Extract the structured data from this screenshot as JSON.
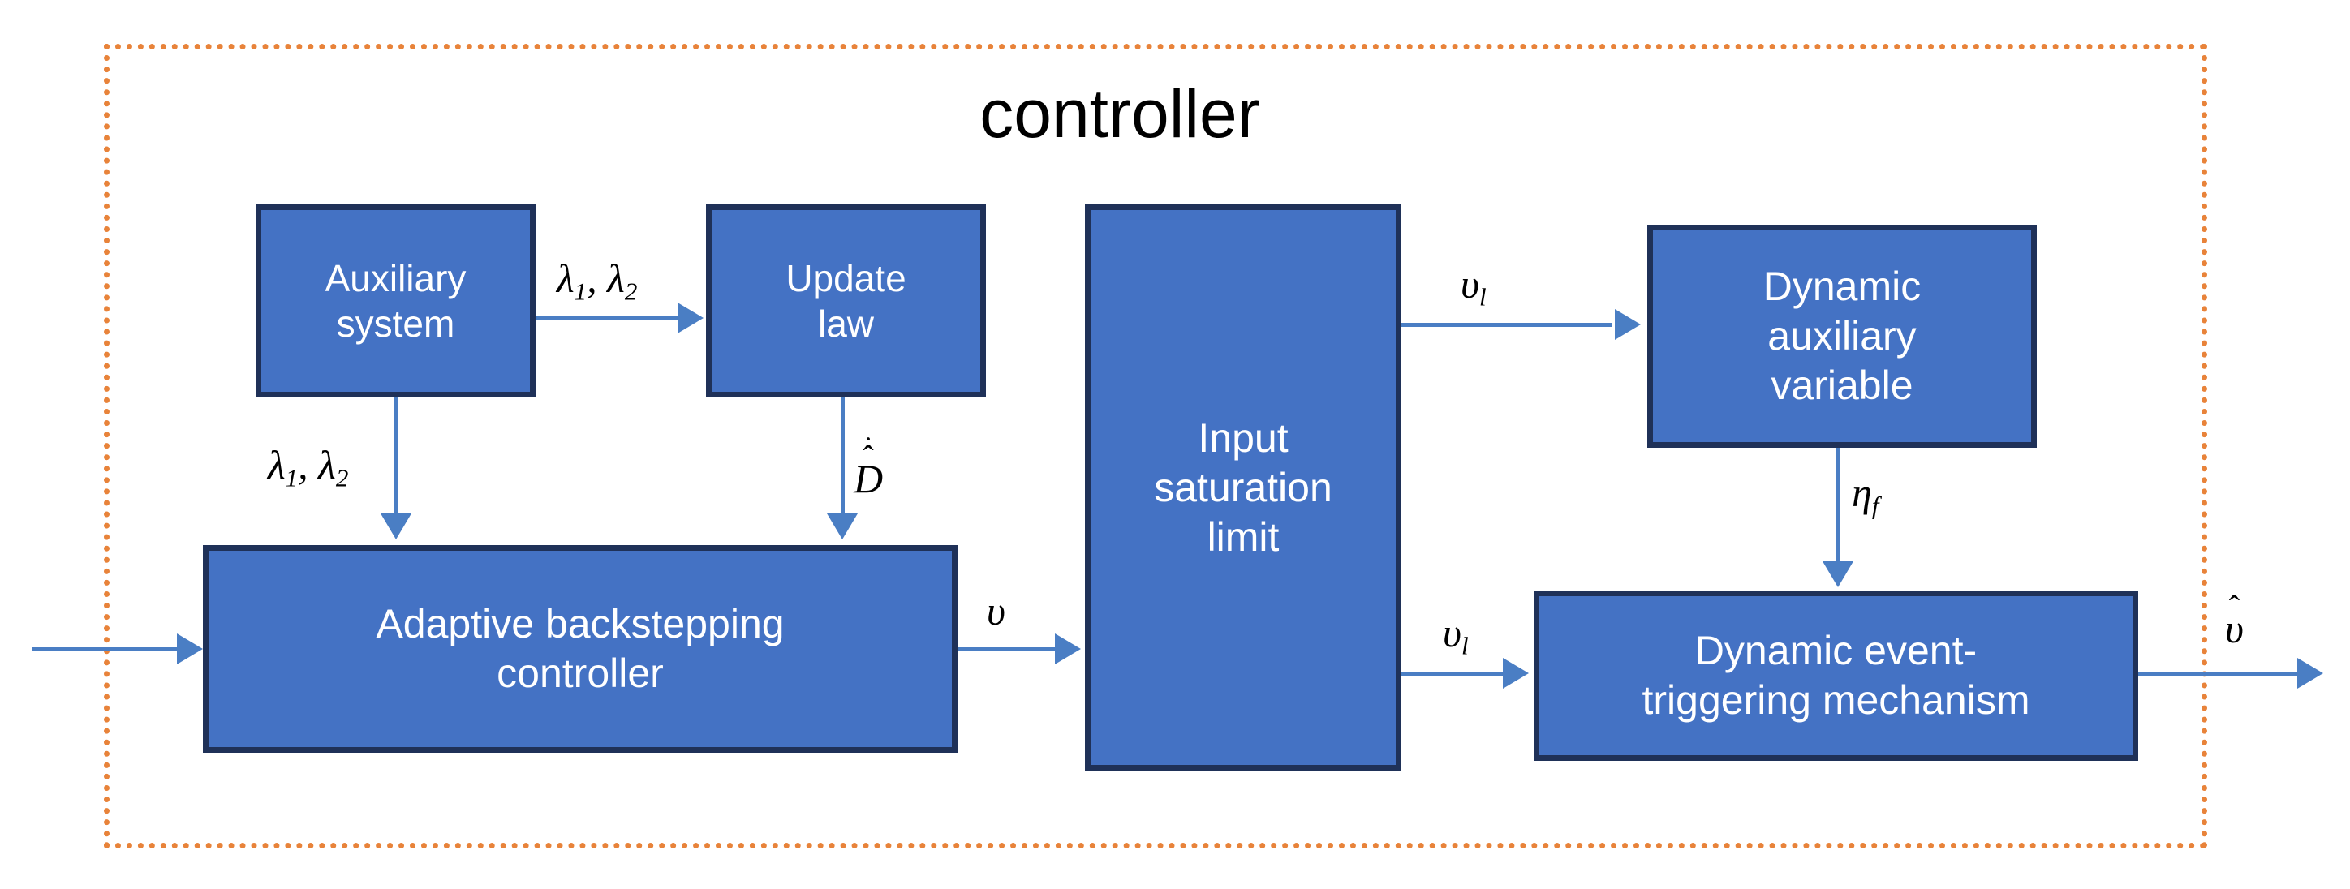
{
  "diagram": {
    "title": "controller",
    "boundary_color": "#E8833A",
    "block_fill": "#4472C4",
    "block_border": "#1F3158",
    "connector_color": "#4A7EC4"
  },
  "blocks": [
    {
      "id": "auxiliary-system",
      "label": "Auxiliary\nsystem"
    },
    {
      "id": "update-law",
      "label": "Update\nlaw"
    },
    {
      "id": "adaptive-backstepping",
      "label": "Adaptive backstepping\ncontroller"
    },
    {
      "id": "input-saturation-limit",
      "label": "Input\nsaturation\nlimit"
    },
    {
      "id": "dynamic-auxiliary-variable",
      "label": "Dynamic\nauxiliary\nvariable"
    },
    {
      "id": "dynamic-event-triggering",
      "label": "Dynamic event-\ntriggering mechanism"
    }
  ],
  "block_labels": {
    "auxiliary_system_line1": "Auxiliary",
    "auxiliary_system_line2": "system",
    "update_law_line1": "Update",
    "update_law_line2": "law",
    "adaptive_line1": "Adaptive backstepping",
    "adaptive_line2": "controller",
    "saturation_line1": "Input",
    "saturation_line2": "saturation",
    "saturation_line3": "limit",
    "dyn_aux_line1": "Dynamic",
    "dyn_aux_line2": "auxiliary",
    "dyn_aux_line3": "variable",
    "dyn_evt_line1": "Dynamic event-",
    "dyn_evt_line2": "triggering mechanism"
  },
  "signals": {
    "lambda_to_update": {
      "symbol": "λ",
      "sub1": "1",
      "sep": ", ",
      "sub2": "2",
      "text": "λ₁, λ₂"
    },
    "lambda_to_controller": {
      "symbol": "λ",
      "sub1": "1",
      "sep": ", ",
      "sub2": "2",
      "text": "λ₁, λ₂"
    },
    "d_hat_dot": {
      "symbol": "D",
      "accents": "hat+dot",
      "text": "D̂̇"
    },
    "upsilon": {
      "symbol": "υ",
      "text": "υ"
    },
    "upsilon_l_top": {
      "symbol": "υ",
      "sub": "l",
      "text": "υₗ"
    },
    "upsilon_l_bottom": {
      "symbol": "υ",
      "sub": "l",
      "text": "υₗ"
    },
    "eta_f": {
      "symbol": "η",
      "sub": "f",
      "text": "η_f"
    },
    "upsilon_hat": {
      "symbol": "υ",
      "accents": "hat",
      "text": "υ̂"
    }
  }
}
